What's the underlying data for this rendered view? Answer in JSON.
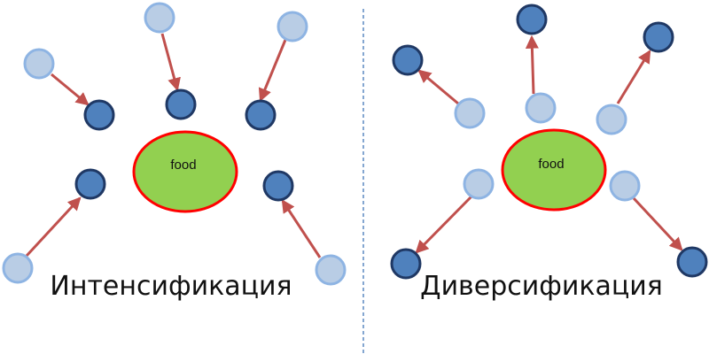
{
  "colors": {
    "food_fill": "#92d050",
    "food_stroke": "#ff0000",
    "light_node_fill": "#b9cde5",
    "light_node_stroke": "#8eb4e3",
    "dark_node_fill": "#4f81bd",
    "dark_node_stroke": "#1f3864",
    "arrow": "#c0504d",
    "divider": "#4f81bd"
  },
  "panels": {
    "left": {
      "title": "Интенсификация",
      "food_label": "food",
      "arrow_direction": "toward food"
    },
    "right": {
      "title": "Диверсификация",
      "food_label": "food",
      "arrow_direction": "away from food"
    }
  }
}
